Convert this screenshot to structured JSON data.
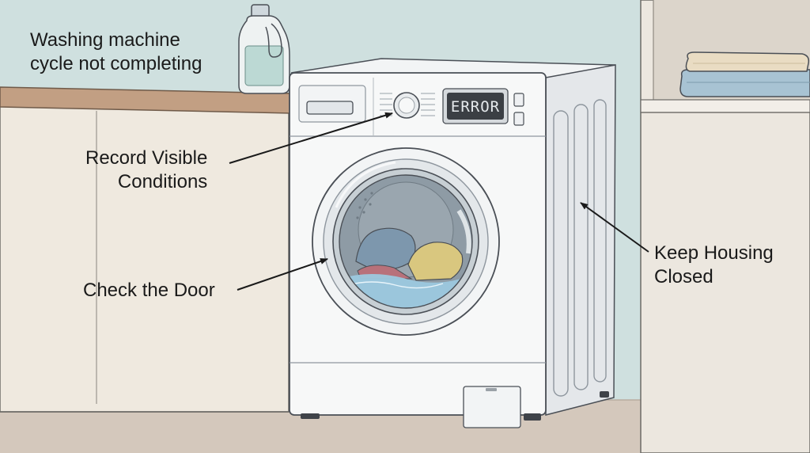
{
  "title": {
    "line1": "Washing machine",
    "line2": "cycle not completing"
  },
  "display": {
    "text": "ERROR"
  },
  "callouts": {
    "record": {
      "line1": "Record Visible",
      "line2": "Conditions"
    },
    "door": {
      "line1": "Check the Door"
    },
    "housing": {
      "line1": "Keep Housing",
      "line2": "Closed"
    }
  },
  "colors": {
    "wall": "#cfe0df",
    "floor": "#d4c8bc",
    "cabinet": "#efe9df",
    "countertop": "#c29f83",
    "machine_body": "#f7f8f8",
    "machine_side": "#e4e7ea",
    "display_bg": "#3b3f44",
    "display_text": "#e6eaed",
    "towel_top": "#e9dcc3",
    "towel_bottom": "#a8c3d3",
    "water": "#9cc8de",
    "outline": "#4a4f56"
  }
}
